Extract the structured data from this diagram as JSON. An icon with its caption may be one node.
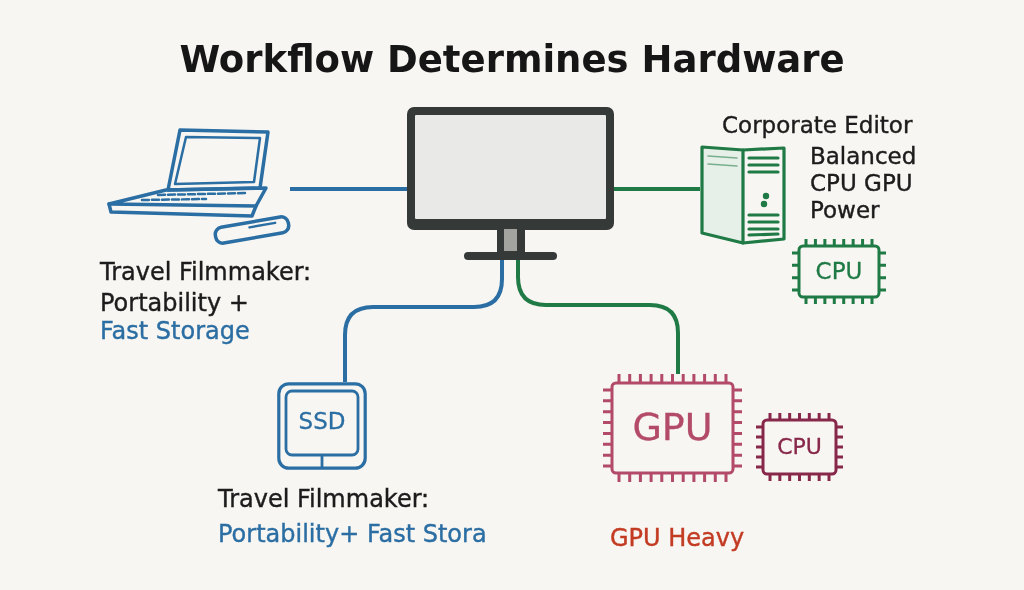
{
  "diagram": {
    "title": "Workflow Determines Hardware",
    "nodes": [
      {
        "text": [],
        "shape": "picture",
        "beside": [
          "Travel Filmmaker:",
          "Portability +",
          "Fast Storage"
        ]
      },
      {
        "text": [],
        "shape": "picture"
      },
      {
        "text": [],
        "shape": "picture",
        "beside": [
          "Corporate Editor",
          "Balanced CPU GPU Power"
        ]
      },
      {
        "text": [
          "CPU"
        ]
      },
      {
        "text": [
          "SSD"
        ],
        "beside": [
          "Travel Filmmaker:",
          "Portability+ Fast Stora"
        ]
      },
      {
        "text": [
          "GPU"
        ],
        "beside": [
          "GPU Heavy"
        ]
      },
      {
        "text": [
          "CPU"
        ]
      }
    ],
    "edges": [
      {
        "from": 1,
        "to": 0,
        "arrow": "none",
        "color": "#2b6ea3"
      },
      {
        "from": 1,
        "to": 2,
        "arrow": "none",
        "color": "#1f7a45"
      },
      {
        "from": 1,
        "to": 4,
        "arrow": "none",
        "color": "#2b6ea3"
      },
      {
        "from": 1,
        "to": 5,
        "arrow": "none",
        "color": "#1f7a45"
      }
    ]
  }
}
